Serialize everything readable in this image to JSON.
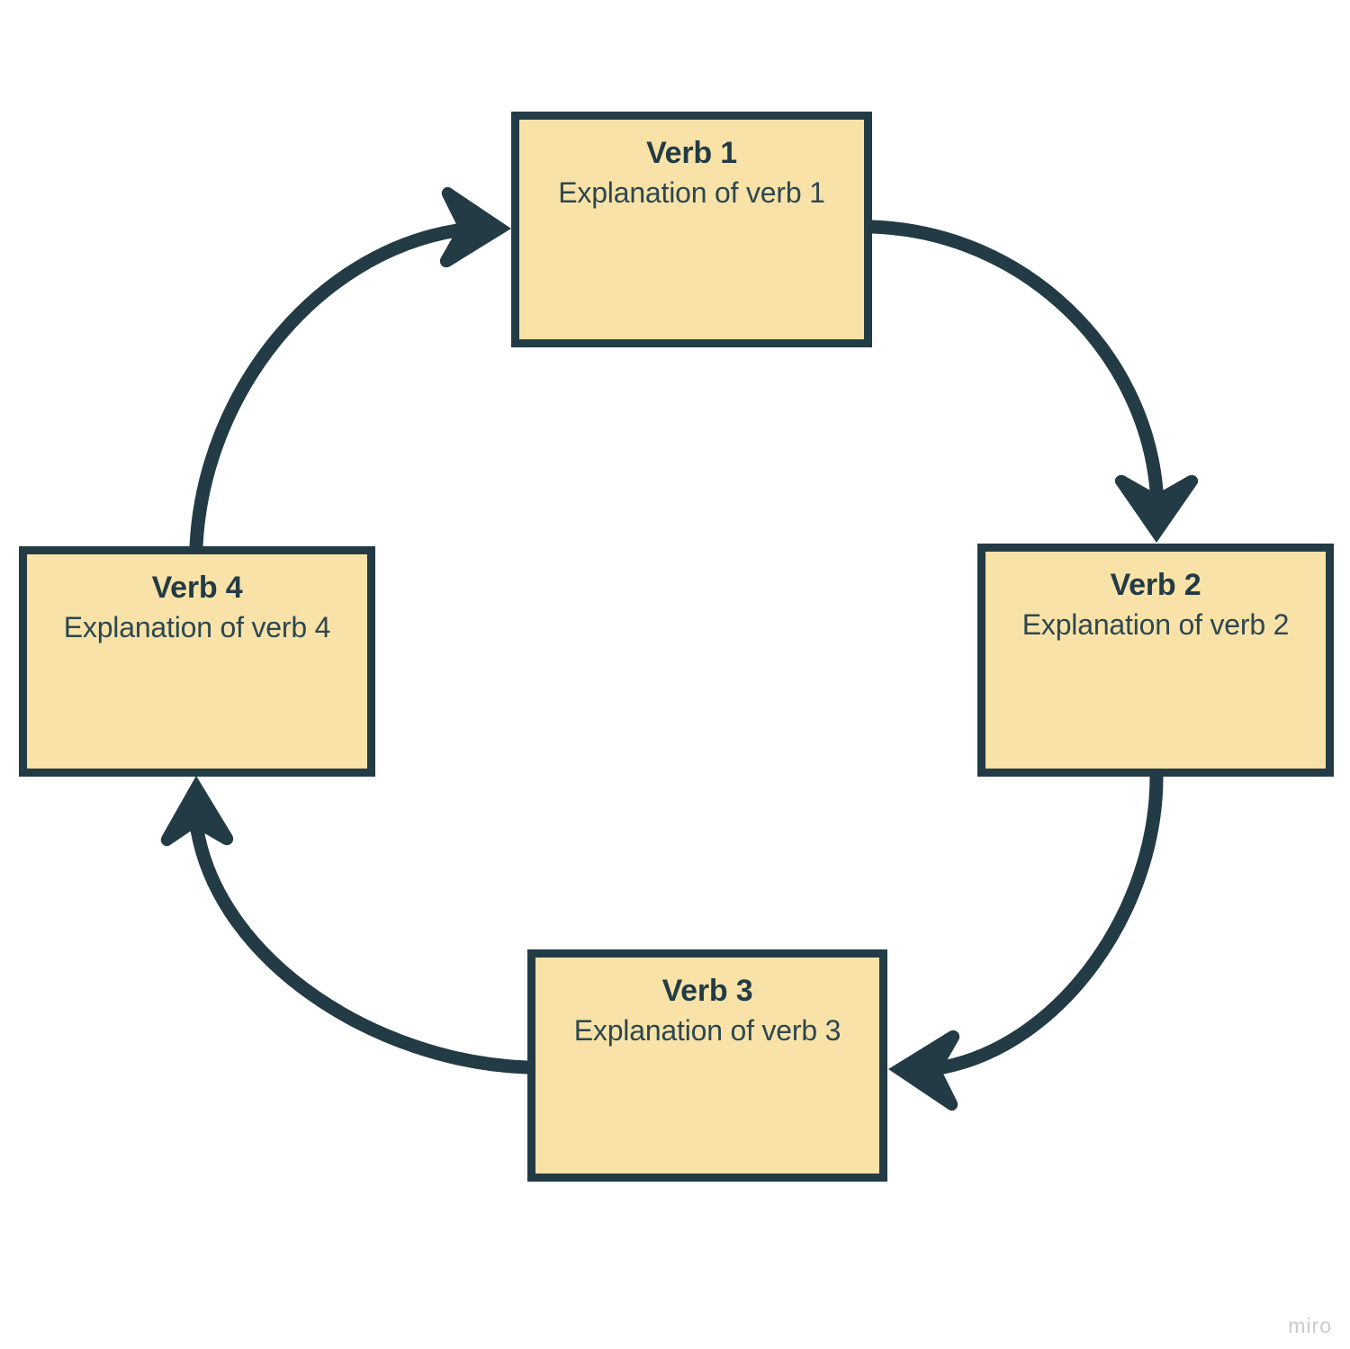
{
  "diagram": {
    "type": "cycle",
    "background_color": "#ffffff",
    "node_fill_color": "#F8E2A7",
    "node_border_color": "#233B45",
    "text_color": "#223B45",
    "arrow_color": "#233B45",
    "nodes": [
      {
        "id": "verb-1",
        "title": "Verb 1",
        "body": "Explanation of verb 1"
      },
      {
        "id": "verb-2",
        "title": "Verb 2",
        "body": "Explanation of verb 2"
      },
      {
        "id": "verb-3",
        "title": "Verb 3",
        "body": "Explanation of verb 3"
      },
      {
        "id": "verb-4",
        "title": "Verb 4",
        "body": "Explanation of verb 4"
      }
    ],
    "connections": [
      {
        "from": "verb-1",
        "to": "verb-2",
        "direction": "down-right",
        "arrowhead": "end"
      },
      {
        "from": "verb-2",
        "to": "verb-3",
        "direction": "down-left",
        "arrowhead": "end"
      },
      {
        "from": "verb-3",
        "to": "verb-4",
        "direction": "up-left",
        "arrowhead": "end"
      },
      {
        "from": "verb-4",
        "to": "verb-1",
        "direction": "up-right",
        "arrowhead": "end"
      }
    ]
  },
  "watermark": {
    "label": "miro",
    "color": "#C9C9D1"
  }
}
